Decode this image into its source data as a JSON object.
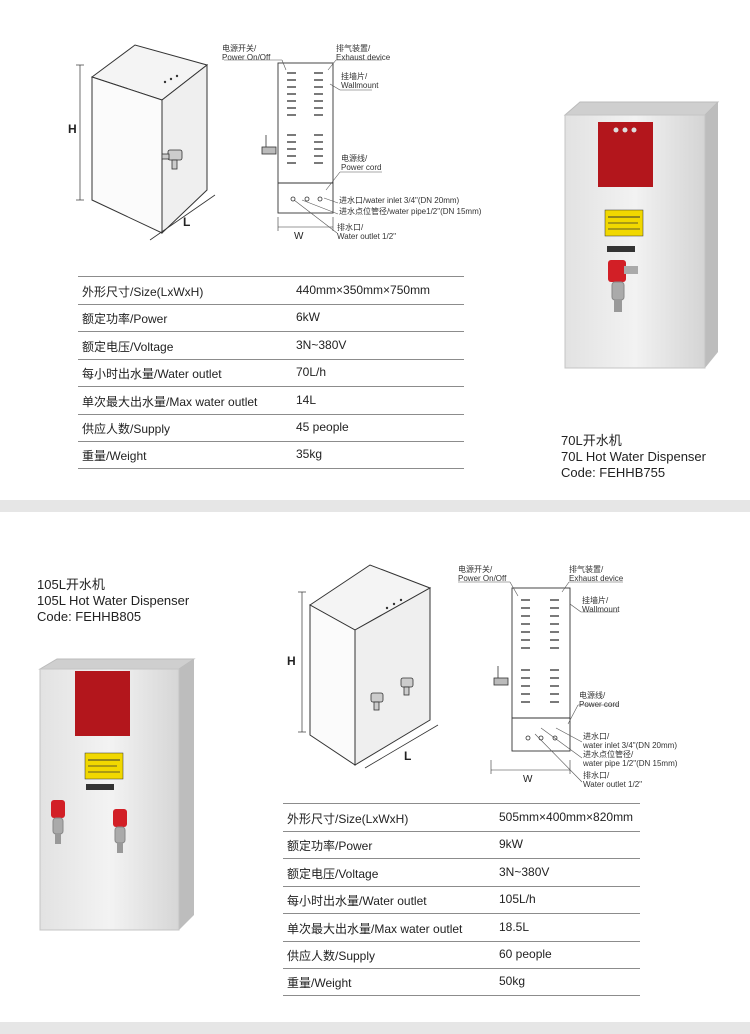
{
  "product_1": {
    "caption": [
      "70L开水机",
      "70L Hot Water Dispenser",
      "Code: FEHHB755"
    ],
    "dims": {
      "h": "H",
      "l": "L",
      "w": "W"
    },
    "annotations": {
      "power": [
        "电源开关/",
        "Power On/Off"
      ],
      "exhaust": [
        "排气装置/",
        "Exhaust device"
      ],
      "wallmount": [
        "挂墙片/",
        "Wallmount"
      ],
      "cord": [
        "电源线/",
        "Power cord"
      ],
      "inlet": "进水口/water inlet 3/4\"(DN  20mm)",
      "pipe": "进水点位管径/water pipe1/2\"(DN  15mm)",
      "outlet": [
        "排水口/",
        "Water outlet 1/2''"
      ]
    },
    "specs": [
      {
        "label": "外形尺寸/Size(LxWxH)",
        "value": "440mm×350mm×750mm"
      },
      {
        "label": "额定功率/Power",
        "value": "6kW"
      },
      {
        "label": "额定电压/Voltage",
        "value": "3N~380V"
      },
      {
        "label": "每小时出水量/Water outlet",
        "value": "70L/h"
      },
      {
        "label": "单次最大出水量/Max water outlet",
        "value": "14L"
      },
      {
        "label": "供应人数/Supply",
        "value": "45 people"
      },
      {
        "label": "重量/Weight",
        "value": "35kg"
      }
    ]
  },
  "product_2": {
    "caption": [
      "105L开水机",
      "105L Hot Water Dispenser",
      "Code: FEHHB805"
    ],
    "dims": {
      "h": "H",
      "l": "L",
      "w": "W"
    },
    "annotations": {
      "power": [
        "电源开关/",
        "Power On/Off"
      ],
      "exhaust": [
        "排气装置/",
        "Exhaust device"
      ],
      "wallmount": [
        "挂墙片/",
        "Wallmount"
      ],
      "cord": [
        "电源线/",
        "Power cord"
      ],
      "inlet": [
        "进水口/",
        "water inlet 3/4\"(DN  20mm)"
      ],
      "pipe": [
        "进水点位管径/",
        "water pipe 1/2\"(DN  15mm)"
      ],
      "outlet": [
        "排水口/",
        "Water outlet 1/2''"
      ]
    },
    "specs": [
      {
        "label": "外形尺寸/Size(LxWxH)",
        "value": "505mm×400mm×820mm"
      },
      {
        "label": "额定功率/Power",
        "value": "9kW"
      },
      {
        "label": "额定电压/Voltage",
        "value": "3N~380V"
      },
      {
        "label": "每小时出水量/Water outlet",
        "value": "105L/h"
      },
      {
        "label": "单次最大出水量/Max water outlet",
        "value": "18.5L"
      },
      {
        "label": "供应人数/Supply",
        "value": "60 people"
      },
      {
        "label": "重量/Weight",
        "value": "50kg"
      }
    ]
  },
  "colors": {
    "panel_red": "#b3161c",
    "band_grey": "#e6e6e6",
    "body_grey": "#d9d9d9",
    "tap_red": "#d21f26"
  }
}
